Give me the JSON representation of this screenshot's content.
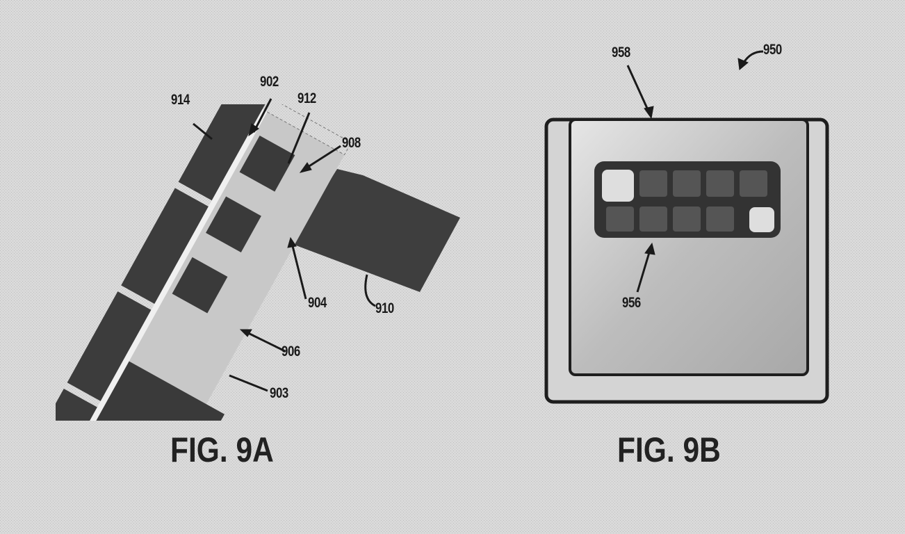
{
  "figure_a": {
    "title": "FIG. 9A",
    "labels": {
      "l902": "902",
      "l903": "903",
      "l904": "904",
      "l906": "906",
      "l908": "908",
      "l910": "910",
      "l912": "912",
      "l914": "914"
    }
  },
  "figure_b": {
    "title": "FIG. 9B",
    "labels": {
      "l950": "950",
      "l956": "956",
      "l958": "958"
    }
  },
  "colors": {
    "background": "#d9d9d9",
    "dark": "#3a3a3a",
    "ink": "#1a1a1a"
  }
}
